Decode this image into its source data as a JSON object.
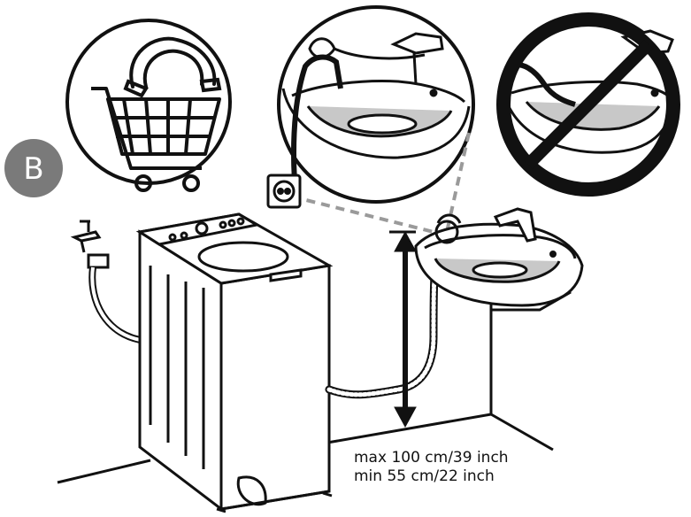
{
  "badge": {
    "letter": "B",
    "color": "#7a7a7a"
  },
  "panels": [
    {
      "name": "shopping-cart-hose-guide-panel",
      "icon": "shopping-cart-icon"
    },
    {
      "name": "correct-hose-placement-panel",
      "icon": "hose-in-sink-tied-icon"
    },
    {
      "name": "incorrect-hose-placement-panel",
      "icon": "prohibited-sign-icon"
    }
  ],
  "measurement": {
    "max_label": "max 100 cm/39 inch",
    "min_label": "min 55 cm/22 inch"
  },
  "colors": {
    "line": "#111111",
    "sink_shade": "#c8c8c8",
    "callout_dash": "#9a9a9a",
    "badge": "#7a7a7a"
  }
}
